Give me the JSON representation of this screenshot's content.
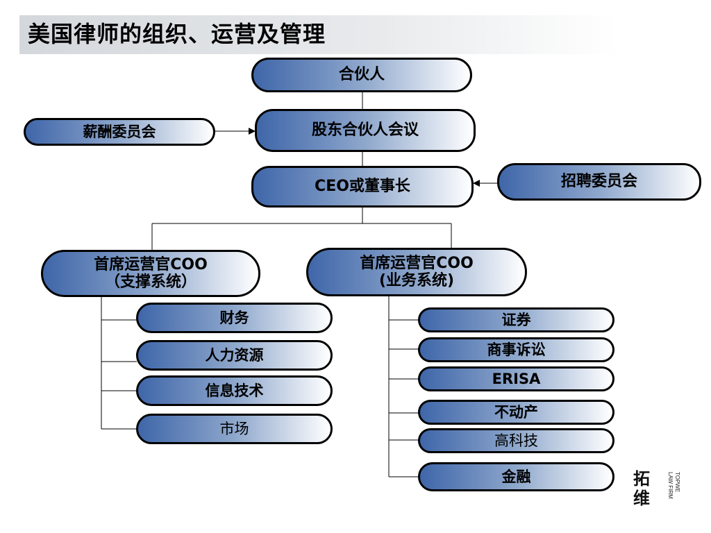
{
  "title": "美国律师的组织、运营及管理",
  "nodes": {
    "partner": "合伙人",
    "board": "股东合伙人会议",
    "compensation": "薪酬委员会",
    "ceo": "CEO或董事长",
    "recruiting": "招聘委员会",
    "coo_support_line1": "首席运营官COO",
    "coo_support_line2": "（支撑系统）",
    "coo_business_line1": "首席运营官COO",
    "coo_business_line2": "(业务系统)"
  },
  "support_units": [
    "财务",
    "人力资源",
    "信息技术",
    "市场"
  ],
  "business_units": [
    "证券",
    "商事诉讼",
    "ERISA",
    "不动产",
    "高科技",
    "金融"
  ],
  "logo": {
    "chars": "拓维",
    "line1": "TOPWE",
    "line2": "LAW FIRM"
  }
}
